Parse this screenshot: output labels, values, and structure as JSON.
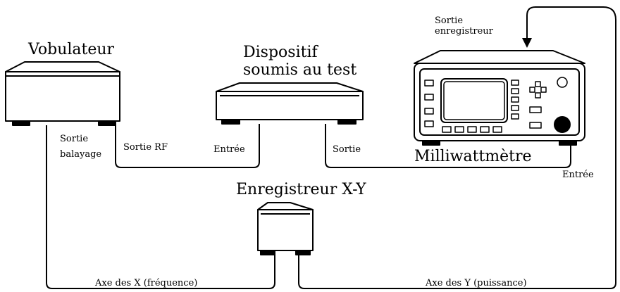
{
  "devices": {
    "sweeper": {
      "title": "Vobulateur"
    },
    "dut": {
      "title_line1": "Dispositif",
      "title_line2": "soumis au test"
    },
    "power_meter": {
      "title": "Milliwattmètre"
    },
    "xy_recorder": {
      "title": "Enregistreur X-Y"
    }
  },
  "ports": {
    "sweep_out_line1": "Sortie",
    "sweep_out_line2": "balayage",
    "rf_out": "Sortie RF",
    "dut_in": "Entrée",
    "dut_out": "Sortie",
    "meter_in": "Entrée",
    "recorder_out_line1": "Sortie",
    "recorder_out_line2": "enregistreur"
  },
  "axes": {
    "x_axis": "Axe des X (fréquence)",
    "y_axis": "Axe des Y (puissance)"
  },
  "colors": {
    "stroke": "#000000",
    "background": "#ffffff"
  }
}
